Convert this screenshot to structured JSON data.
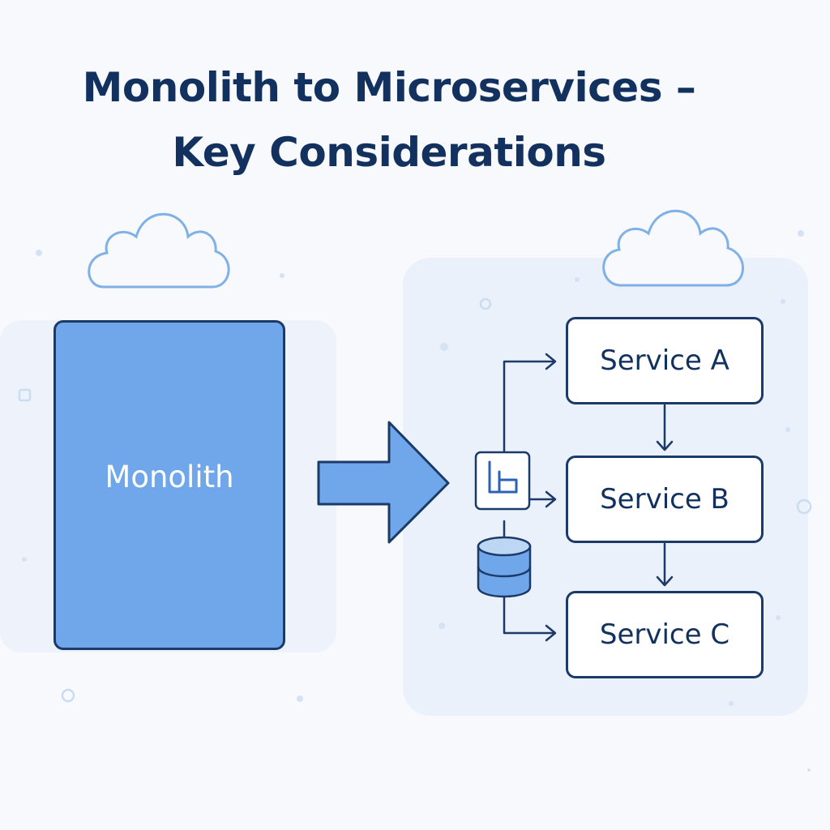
{
  "diagram": {
    "title_line1": "Monolith to Microservices –",
    "title_line2": "Key Considerations",
    "monolith": {
      "label": "Monolith"
    },
    "services": [
      {
        "label": "Service A"
      },
      {
        "label": "Service B"
      },
      {
        "label": "Service C"
      }
    ],
    "icons": [
      "cloud-icon",
      "cloud-icon",
      "api-gateway-icon",
      "database-icon",
      "arrow-right-icon"
    ],
    "colors": {
      "background": "#f7f9fd",
      "title": "#12315e",
      "outline": "#1b3a68",
      "monolith_fill": "#6fa7ea",
      "arrow_fill": "#6fa7ea",
      "cloud_stroke": "#7fb0e6",
      "panel": "#eaf1fb"
    }
  }
}
